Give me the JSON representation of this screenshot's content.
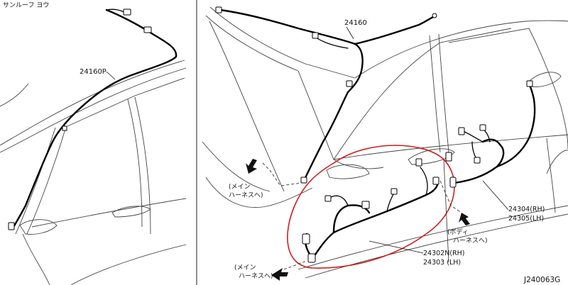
{
  "left_panel": {
    "note": "サンルーフ ヨウ",
    "part_label": "24160P"
  },
  "right_panel": {
    "labels": {
      "roof_harness": "24160",
      "main_harness_upper_l1": "(メイン",
      "main_harness_upper_l2": "ハーネスへ)",
      "main_harness_lower_l1": "(メイン",
      "main_harness_lower_l2": "ハーネスへ)",
      "body_harness_l1": "(ボディ",
      "body_harness_l2": "ハーネスへ)",
      "rear_door_rh": "24304(RH)",
      "rear_door_lh": "24305(LH)",
      "front_door_rh": "24302N(RH)",
      "front_door_lh": "24303 (LH)"
    }
  },
  "figure_code": "J240063G",
  "colors": {
    "highlight": "#cc1f1f",
    "line": "#000000"
  }
}
